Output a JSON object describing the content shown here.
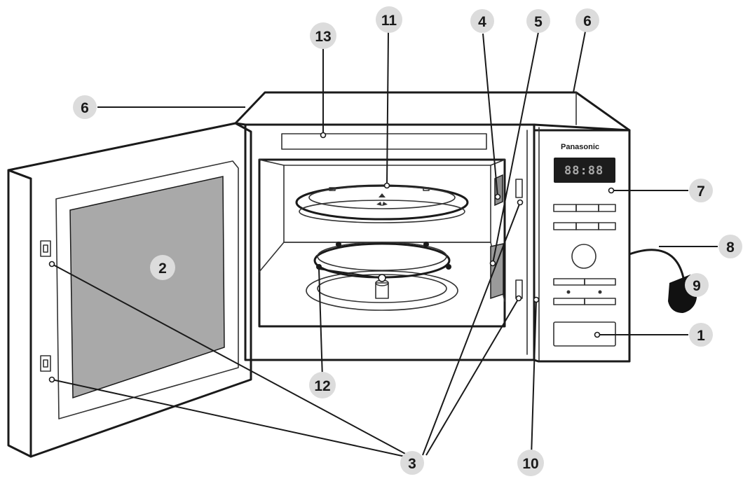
{
  "diagram": {
    "brand_label": "Panasonic",
    "display_readout": "88:88",
    "colors": {
      "outline": "#1a1a1a",
      "window_fill": "#a9a9a9",
      "callout_fill": "#dcdcdc",
      "display_fill": "#1c1c1c",
      "panel_fill": "#f4f4f4"
    },
    "callouts": [
      {
        "id": "c1",
        "label": "1"
      },
      {
        "id": "c2",
        "label": "2"
      },
      {
        "id": "c3",
        "label": "3"
      },
      {
        "id": "c4",
        "label": "4"
      },
      {
        "id": "c5",
        "label": "5"
      },
      {
        "id": "c6a",
        "label": "6"
      },
      {
        "id": "c6b",
        "label": "6"
      },
      {
        "id": "c7",
        "label": "7"
      },
      {
        "id": "c8",
        "label": "8"
      },
      {
        "id": "c9",
        "label": "9"
      },
      {
        "id": "c10",
        "label": "10"
      },
      {
        "id": "c11",
        "label": "11"
      },
      {
        "id": "c12",
        "label": "12"
      },
      {
        "id": "c13",
        "label": "13"
      }
    ]
  }
}
